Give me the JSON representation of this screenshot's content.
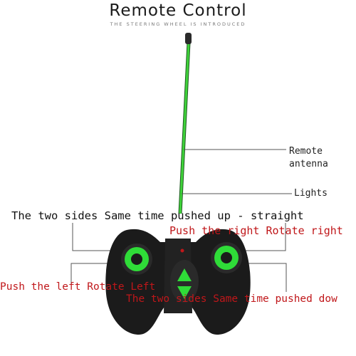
{
  "header": {
    "title": "Remote  Control",
    "subtitle": "THE STEERING WHEEL IS INTRODUCED"
  },
  "callouts": {
    "antenna_line1": "Remote",
    "antenna_line2": "antenna",
    "lights": "Lights",
    "straight": "The two sides Same time pushed up - straight",
    "rotate_right": "Push the right Rotate right",
    "rotate_left": "Push the left Rotate Left",
    "pushed_down": "The two sides Same time pushed dow"
  },
  "colors": {
    "antenna": "#3fd33a",
    "body": "#1b1b1b",
    "accent_green": "#2fdc38",
    "instruction_red": "#c0171a"
  }
}
